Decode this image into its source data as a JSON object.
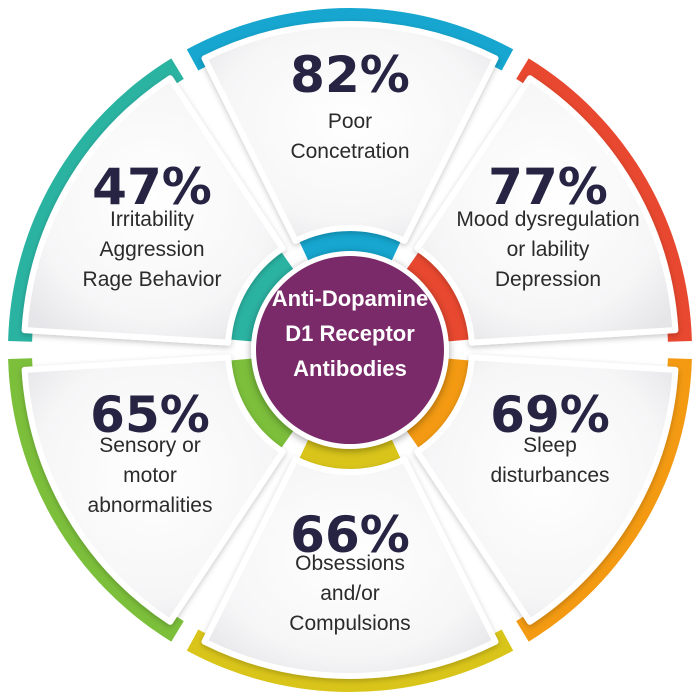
{
  "center": {
    "lines": [
      "Anti-Dopamine",
      "D1 Receptor",
      "Antibodies"
    ],
    "color": "#7a2a69"
  },
  "segments": [
    {
      "id": "concentration",
      "value": "82%",
      "label_lines": [
        "Poor",
        "Concetration"
      ],
      "color": "#16a6cf"
    },
    {
      "id": "mood",
      "value": "77%",
      "label_lines": [
        "Mood dysregulation",
        "or lability",
        "Depression"
      ],
      "color": "#e8482f"
    },
    {
      "id": "sleep",
      "value": "69%",
      "label_lines": [
        "Sleep",
        "disturbances"
      ],
      "color": "#f39a12"
    },
    {
      "id": "obsessions",
      "value": "66%",
      "label_lines": [
        "Obsessions",
        "and/or",
        "Compulsions"
      ],
      "color": "#d9c51a"
    },
    {
      "id": "sensory",
      "value": "65%",
      "label_lines": [
        "Sensory or",
        "motor",
        "abnormalities"
      ],
      "color": "#7cbf3b"
    },
    {
      "id": "irritability",
      "value": "47%",
      "label_lines": [
        "Irritability",
        "Aggression",
        "Rage Behavior"
      ],
      "color": "#2bb3a2"
    }
  ]
}
